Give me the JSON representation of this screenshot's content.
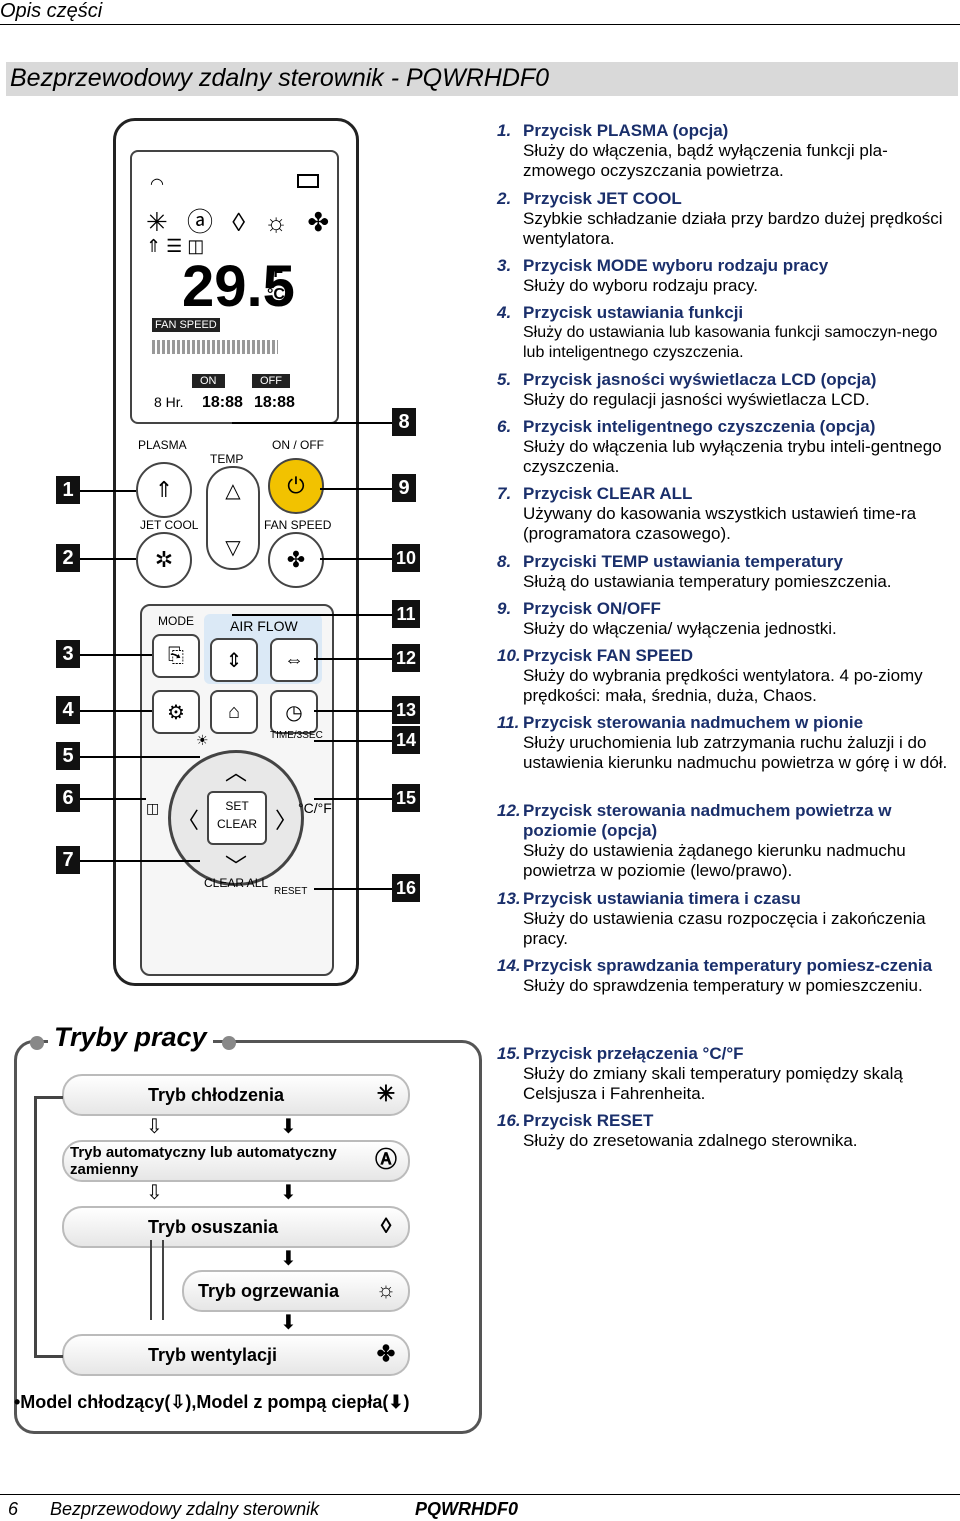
{
  "header": {
    "section": "Opis części",
    "title": "Bezprzewodowy zdalny sterownik - PQWRHDF0"
  },
  "remote": {
    "lcd_temp": "29.5",
    "lcd_unit_f": "°F",
    "lcd_unit_c": "°C",
    "lcd_fan_speed": "FAN SPEED",
    "lcd_on": "ON",
    "lcd_off": "OFF",
    "lcd_hr": "8 Hr.",
    "lcd_timer_on": "18:88",
    "lcd_timer_off": "18:88",
    "labels": {
      "plasma": "PLASMA",
      "temp": "TEMP",
      "on_off": "ON / OFF",
      "jet_cool": "JET COOL",
      "fan_speed": "FAN SPEED",
      "mode": "MODE",
      "air_flow": "AIR FLOW",
      "time": "TIME/3SEC",
      "set": "SET",
      "clear": "CLEAR",
      "clear_all": "CLEAR ALL",
      "reset": "RESET",
      "cf": "°C/°F"
    },
    "tags": [
      "1",
      "2",
      "3",
      "4",
      "5",
      "6",
      "7",
      "8",
      "9",
      "10",
      "11",
      "12",
      "13",
      "14",
      "15",
      "16"
    ]
  },
  "items": [
    {
      "num": "1.",
      "head": "Przycisk PLASMA (opcja)",
      "desc": "Służy do włączenia, bądź wyłączenia funkcji pla-zmowego oczyszczania powietrza."
    },
    {
      "num": "2.",
      "head": "Przycisk JET COOL",
      "desc": "Szybkie schładzanie działa przy bardzo dużej prędkości wentylatora."
    },
    {
      "num": "3.",
      "head": "Przycisk MODE wyboru rodzaju pracy",
      "desc": "Służy do wyboru rodzaju pracy."
    },
    {
      "num": "4.",
      "head": "Przycisk ustawiania funkcji",
      "desc": "Służy do ustawiania lub kasowania funkcji samoczyn-nego lub inteligentnego czyszczenia."
    },
    {
      "num": "5.",
      "head": "Przycisk jasności wyświetlacza LCD (opcja)",
      "desc": "Służy do regulacji jasności wyświetlacza LCD."
    },
    {
      "num": "6.",
      "head": "Przycisk inteligentnego czyszczenia (opcja)",
      "desc": "Służy do włączenia lub wyłączenia trybu inteli-gentnego czyszczenia."
    },
    {
      "num": "7.",
      "head": "Przycisk CLEAR ALL",
      "desc": "Używany do kasowania wszystkich ustawień time-ra (programatora czasowego)."
    },
    {
      "num": "8.",
      "head": "Przyciski TEMP ustawiania temperatury",
      "desc": "Służą do ustawiania temperatury pomieszczenia."
    },
    {
      "num": "9.",
      "head": "Przycisk ON/OFF",
      "desc": "Służy do włączenia/ wyłączenia jednostki."
    },
    {
      "num": "10.",
      "head": "Przycisk FAN SPEED",
      "desc": "Służy do wybrania prędkości wentylatora. 4 po-ziomy prędkości: mała, średnia, duża, Chaos."
    },
    {
      "num": "11.",
      "head": "Przycisk sterowania nadmuchem w pionie",
      "desc": "Służy uruchomienia lub zatrzymania ruchu żaluzji i do ustawienia kierunku nadmuchu powietrza w górę i w dół."
    },
    {
      "num": "12.",
      "head": "Przycisk sterowania nadmuchem powietrza w poziomie (opcja)",
      "desc": "Służy do ustawienia żądanego kierunku nadmuchu powietrza w poziomie (lewo/prawo)."
    },
    {
      "num": "13.",
      "head": "Przycisk ustawiania timera i czasu",
      "desc": "Służy do ustawienia czasu rozpoczęcia i zakończenia pracy."
    },
    {
      "num": "14.",
      "head": "Przycisk sprawdzania temperatury pomiesz-czenia",
      "desc": "Służy do sprawdzenia temperatury w pomieszczeniu."
    },
    {
      "num": "15.",
      "head": "Przycisk przełączenia °C/°F",
      "desc": "Służy do zmiany skali temperatury pomiędzy skalą Celsjusza i Fahrenheita."
    },
    {
      "num": "16.",
      "head": "Przycisk RESET",
      "desc": "Służy do zresetowania zdalnego sterownika."
    }
  ],
  "modes": {
    "title": "Tryby pracy",
    "list": [
      "Tryb chłodzenia",
      "Tryb automatyczny lub automatyczny zamienny",
      "Tryb osuszania",
      "Tryb ogrzewania",
      "Tryb wentylacji"
    ],
    "legend": "•Model chłodzący(⇩),Model z pompą ciepła(⬇)"
  },
  "footer": {
    "page": "6",
    "doc": "Bezprzewodowy zdalny sterownik",
    "model": "PQWRHDF0"
  }
}
